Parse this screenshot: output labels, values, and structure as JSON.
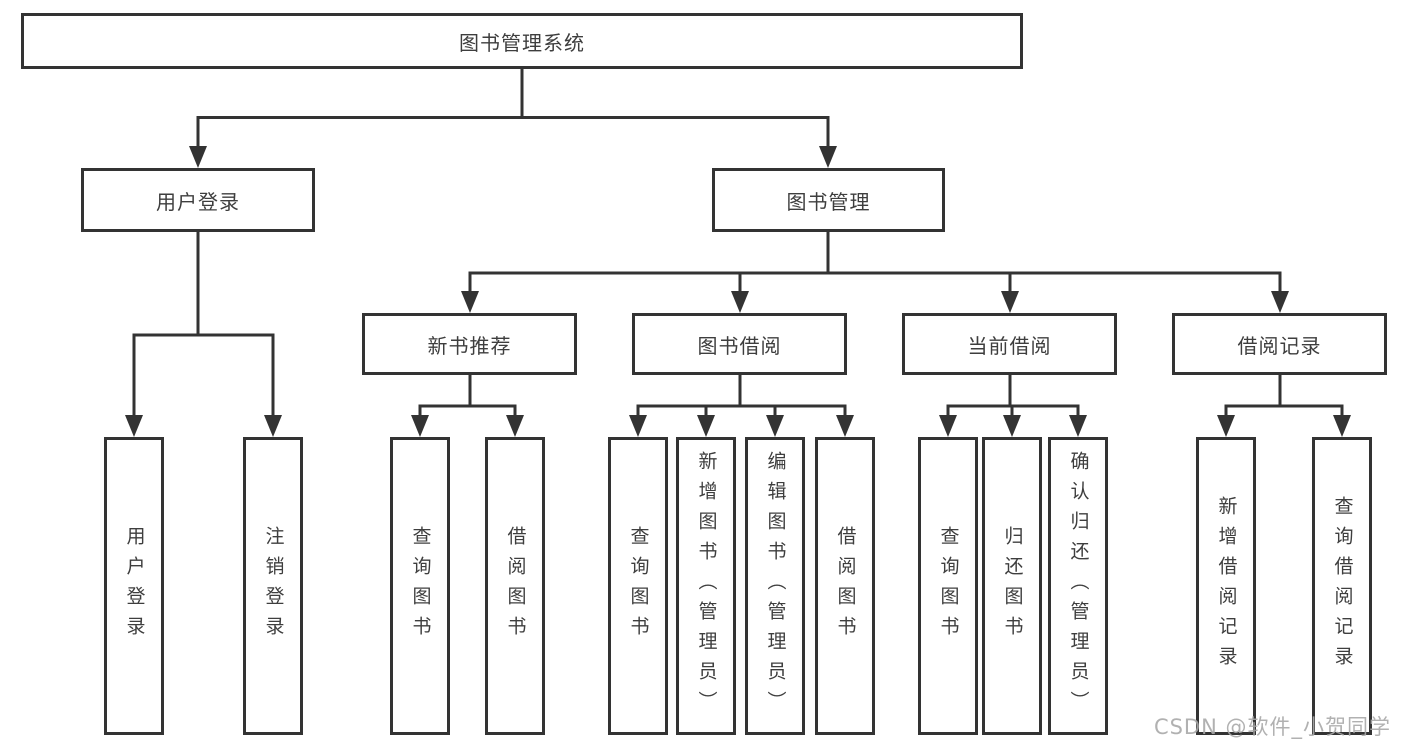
{
  "diagram": {
    "title_node": {
      "label": "图书管理系统"
    },
    "level2": {
      "user_login": {
        "label": "用户登录"
      },
      "book_management": {
        "label": "图书管理"
      }
    },
    "level3": {
      "new_book_recommend": {
        "label": "新书推荐"
      },
      "book_borrowing": {
        "label": "图书借阅"
      },
      "current_borrowing": {
        "label": "当前借阅"
      },
      "borrowing_records": {
        "label": "借阅记录"
      }
    },
    "leaves": {
      "login": {
        "label": "用户登录"
      },
      "logout": {
        "label": "注销登录"
      },
      "rec_query_book": {
        "label": "查询图书"
      },
      "rec_borrow_book": {
        "label": "借阅图书"
      },
      "bb_query_book": {
        "label": "查询图书"
      },
      "bb_add_book": {
        "label": "新增图书（管理员）"
      },
      "bb_edit_book": {
        "label": "编辑图书（管理员）"
      },
      "bb_borrow_book": {
        "label": "借阅图书"
      },
      "cb_query_book": {
        "label": "查询图书"
      },
      "cb_return_book": {
        "label": "归还图书"
      },
      "cb_confirm_return": {
        "label": "确认归还（管理员）"
      },
      "br_add_record": {
        "label": "新增借阅记录"
      },
      "br_query_record": {
        "label": "查询借阅记录"
      }
    }
  },
  "colors": {
    "line": "#333333",
    "text": "#3e3e3e",
    "watermark": "#a8a8a8",
    "background": "#ffffff"
  },
  "watermark": {
    "text": "CSDN @软件_小贺同学"
  }
}
